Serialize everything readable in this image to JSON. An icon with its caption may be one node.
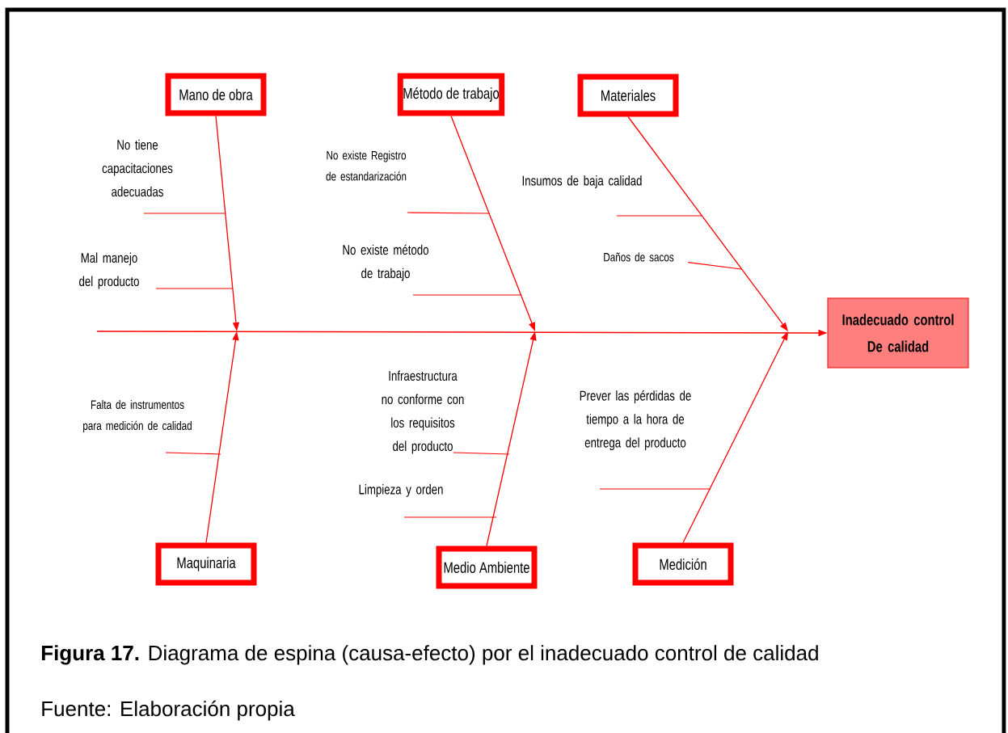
{
  "diagram": {
    "caption": "**Figura 17.** Diagrama de espina (causa-efecto) por el inadecuado control de calidad",
    "nodes": [
      {
        "text": [
          "Mano de obra"
        ]
      },
      {
        "text": [
          "Método de trabajo"
        ]
      },
      {
        "text": [
          "Materiales"
        ]
      },
      {
        "text": [
          "No tiene capacitaciones adecuadas"
        ]
      },
      {
        "text": [
          "Mal manejo del producto"
        ]
      },
      {
        "text": [
          "No existe Registro de estandarización"
        ]
      },
      {
        "text": [
          "No existe método de trabajo"
        ]
      },
      {
        "text": [
          "Insumos de baja calidad"
        ]
      },
      {
        "text": [
          "Daños de sacos"
        ]
      },
      {
        "text": [
          "Inadecuado control De calidad"
        ]
      },
      {
        "text": [
          "Falta de instrumentos para medición de calidad"
        ]
      },
      {
        "text": [
          "Infraestructura no conforme con los requisitos del producto"
        ]
      },
      {
        "text": [
          "Prever las pérdidas de tiempo a la hora de entrega del producto"
        ]
      },
      {
        "text": [
          "Limpieza y orden"
        ]
      },
      {
        "text": [
          "Maquinaria"
        ]
      },
      {
        "text": [
          "Medio Ambiente"
        ]
      },
      {
        "text": [
          "Medición"
        ]
      }
    ],
    "edges": [
      {
        "from": null,
        "to": 9,
        "arrow": "to"
      },
      {
        "from": 0,
        "to": null,
        "arrow": "to"
      },
      {
        "from": 1,
        "to": null,
        "arrow": "to"
      },
      {
        "from": 2,
        "to": null,
        "arrow": "to"
      },
      {
        "from": 14,
        "to": null,
        "arrow": "to"
      },
      {
        "from": 15,
        "to": null,
        "arrow": "to"
      },
      {
        "from": 16,
        "to": null,
        "arrow": "to"
      },
      {
        "from": 3,
        "to": null,
        "arrow": "none"
      },
      {
        "from": 4,
        "to": null,
        "arrow": "none"
      },
      {
        "from": 5,
        "to": null,
        "arrow": "none"
      },
      {
        "from": 6,
        "to": null,
        "arrow": "none"
      },
      {
        "from": 7,
        "to": null,
        "arrow": "none"
      },
      {
        "from": 8,
        "to": null,
        "arrow": "none"
      },
      {
        "from": 10,
        "to": null,
        "arrow": "none"
      },
      {
        "from": 11,
        "to": null,
        "arrow": "none"
      },
      {
        "from": 12,
        "to": null,
        "arrow": "none"
      },
      {
        "from": 13,
        "to": null,
        "arrow": "none"
      }
    ],
    "labels": [
      "Fuente: Elaboración propia"
    ]
  }
}
